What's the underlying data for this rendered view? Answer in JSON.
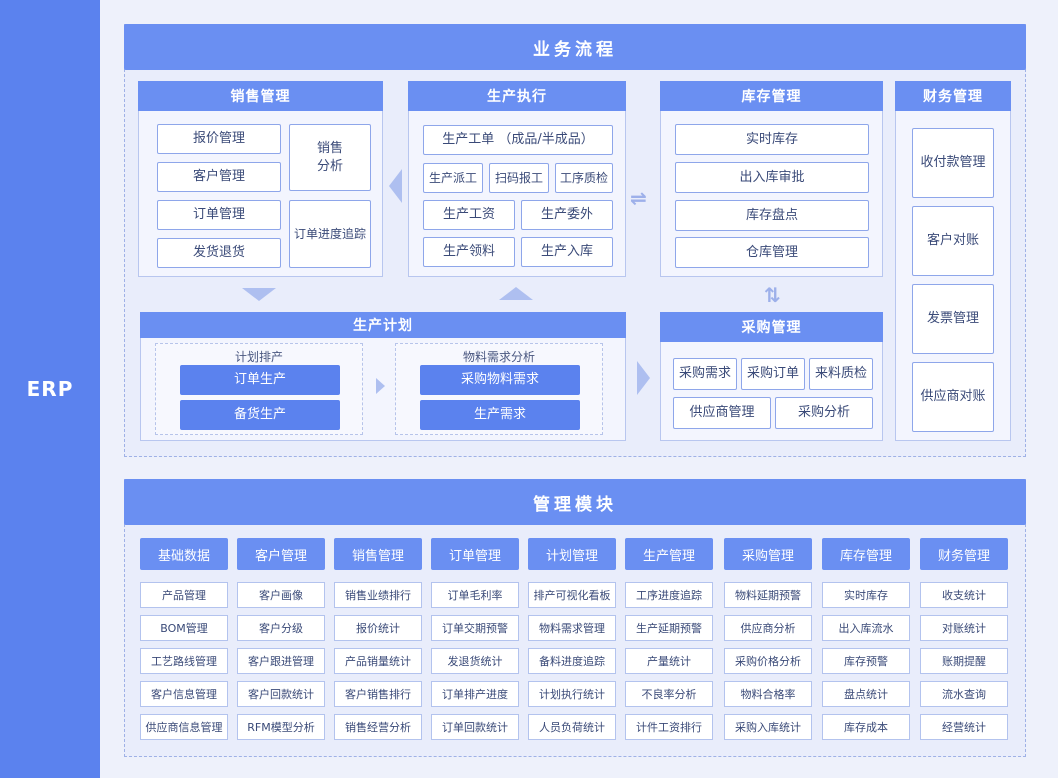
{
  "side_label": "ERP",
  "flow_title": "业务流程",
  "sales": {
    "title": "销售管理",
    "items": [
      "报价管理",
      "客户管理",
      "订单管理",
      "发货退货"
    ],
    "analysis": "销售\n分析",
    "tracking": "订单进度追踪"
  },
  "production_exec": {
    "title": "生产执行",
    "work_order": "生产工单 （成品/半成品）",
    "row2": [
      "生产派工",
      "扫码报工",
      "工序质检"
    ],
    "row3": [
      "生产工资",
      "生产委外"
    ],
    "row4": [
      "生产领料",
      "生产入库"
    ]
  },
  "inventory": {
    "title": "库存管理",
    "items": [
      "实时库存",
      "出入库审批",
      "库存盘点",
      "仓库管理"
    ]
  },
  "finance": {
    "title": "财务管理",
    "items": [
      "收付款管理",
      "客户对账",
      "发票管理",
      "供应商对账"
    ]
  },
  "plan": {
    "title": "生产计划",
    "scheduling": {
      "label": "计划排产",
      "items": [
        "订单生产",
        "备货生产"
      ]
    },
    "mrp": {
      "label": "物料需求分析",
      "items": [
        "采购物料需求",
        "生产需求"
      ]
    }
  },
  "purchase": {
    "title": "采购管理",
    "row1": [
      "采购需求",
      "采购订单",
      "来料质检"
    ],
    "row2": [
      "供应商管理",
      "采购分析"
    ]
  },
  "modules_title": "管理模块",
  "modules": [
    {
      "name": "基础数据",
      "items": [
        "产品管理",
        "BOM管理",
        "工艺路线管理",
        "客户信息管理",
        "供应商信息管理"
      ]
    },
    {
      "name": "客户管理",
      "items": [
        "客户画像",
        "客户分级",
        "客户跟进管理",
        "客户回款统计",
        "RFM模型分析"
      ]
    },
    {
      "name": "销售管理",
      "items": [
        "销售业绩排行",
        "报价统计",
        "产品销量统计",
        "客户销售排行",
        "销售经营分析"
      ]
    },
    {
      "name": "订单管理",
      "items": [
        "订单毛利率",
        "订单交期预警",
        "发退货统计",
        "订单排产进度",
        "订单回款统计"
      ]
    },
    {
      "name": "计划管理",
      "items": [
        "排产可视化看板",
        "物料需求管理",
        "备料进度追踪",
        "计划执行统计",
        "人员负荷统计"
      ]
    },
    {
      "name": "生产管理",
      "items": [
        "工序进度追踪",
        "生产延期预警",
        "产量统计",
        "不良率分析",
        "计件工资排行"
      ]
    },
    {
      "name": "采购管理",
      "items": [
        "物料延期预警",
        "供应商分析",
        "采购价格分析",
        "物料合格率",
        "采购入库统计"
      ]
    },
    {
      "name": "库存管理",
      "items": [
        "实时库存",
        "出入库流水",
        "库存预警",
        "盘点统计",
        "库存成本"
      ]
    },
    {
      "name": "财务管理",
      "items": [
        "收支统计",
        "对账统计",
        "账期提醒",
        "流水查询",
        "经营统计"
      ]
    }
  ]
}
